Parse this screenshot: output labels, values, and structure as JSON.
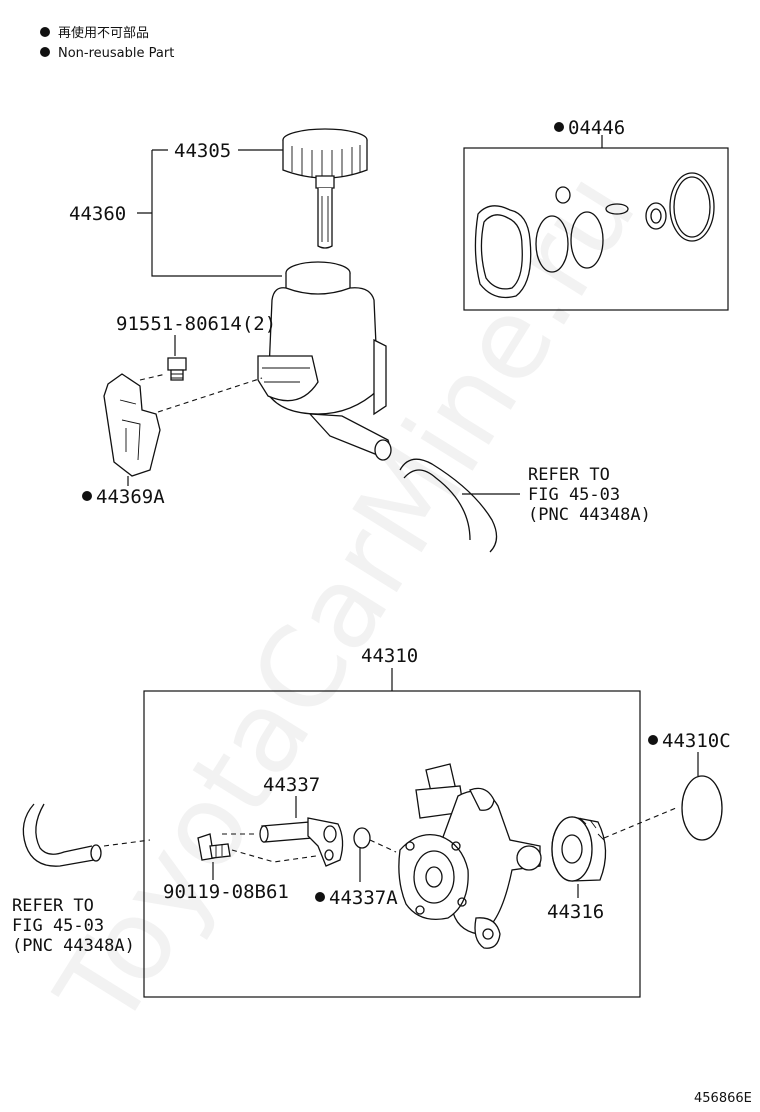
{
  "legend": {
    "jp": "再使用不可部品",
    "en": "Non-reusable Part"
  },
  "watermark": "ToyotaCarMine.ru",
  "parts": {
    "p44305": "44305",
    "p44360": "44360",
    "p04446": "04446",
    "p91551": "91551-80614(2)",
    "p44369A": "44369A",
    "p44310": "44310",
    "p44310C": "44310C",
    "p44337": "44337",
    "p90119": "90119-08B61",
    "p44337A": "44337A",
    "p44316": "44316"
  },
  "refs": {
    "top": {
      "line1": "REFER TO",
      "line2": "FIG 45-03",
      "line3": "(PNC 44348A)"
    },
    "bottom": {
      "line1": "REFER TO",
      "line2": "FIG 45-03",
      "line3": "(PNC 44348A)"
    }
  },
  "figure_id": "456866E",
  "icons": [
    "non-reusable-dot-icon"
  ]
}
